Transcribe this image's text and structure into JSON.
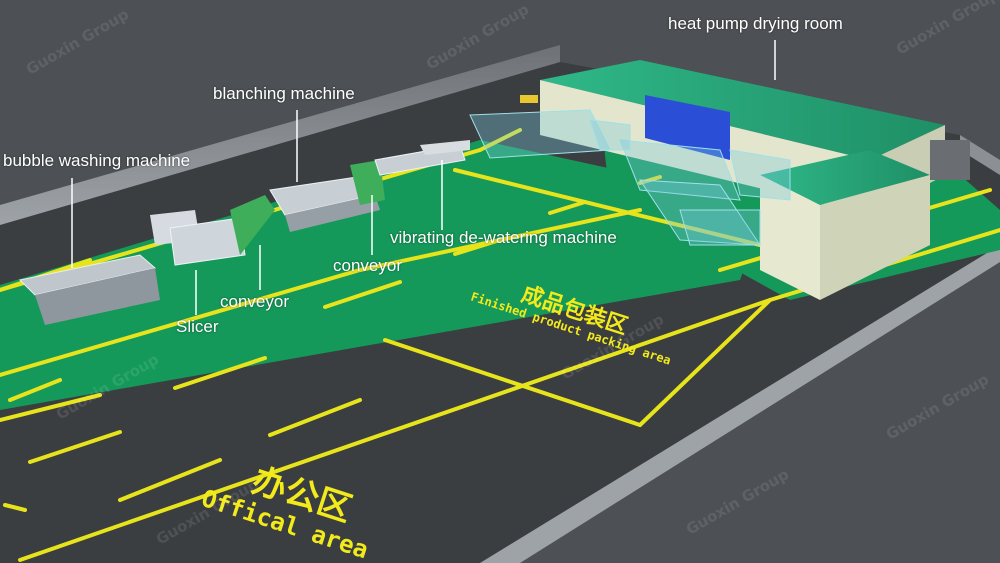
{
  "labels": {
    "heat_pump": "heat pump drying room",
    "blanching": "blanching machine",
    "bubble_washing": "bubble washing machine",
    "vibrating": "vibrating de-watering machine",
    "conveyor_upper": "conveyor",
    "conveyor_lower": "conveyor",
    "slicer": "Slicer"
  },
  "floor_text": {
    "packing_cn": "成品包装区",
    "packing_en": "Finished product packing area",
    "office_cn": "办公区",
    "office_en": "Offical area"
  },
  "watermark": {
    "text": "Guoxin Group"
  },
  "colors": {
    "floor": "#3b3e41",
    "green_zone": "#15995a",
    "yellow_line": "#e8e41c",
    "roof": "#2aa57a",
    "wall": "#e6e8cf",
    "door": "#2a4fd6",
    "floor_text": "#f2ea1a"
  }
}
